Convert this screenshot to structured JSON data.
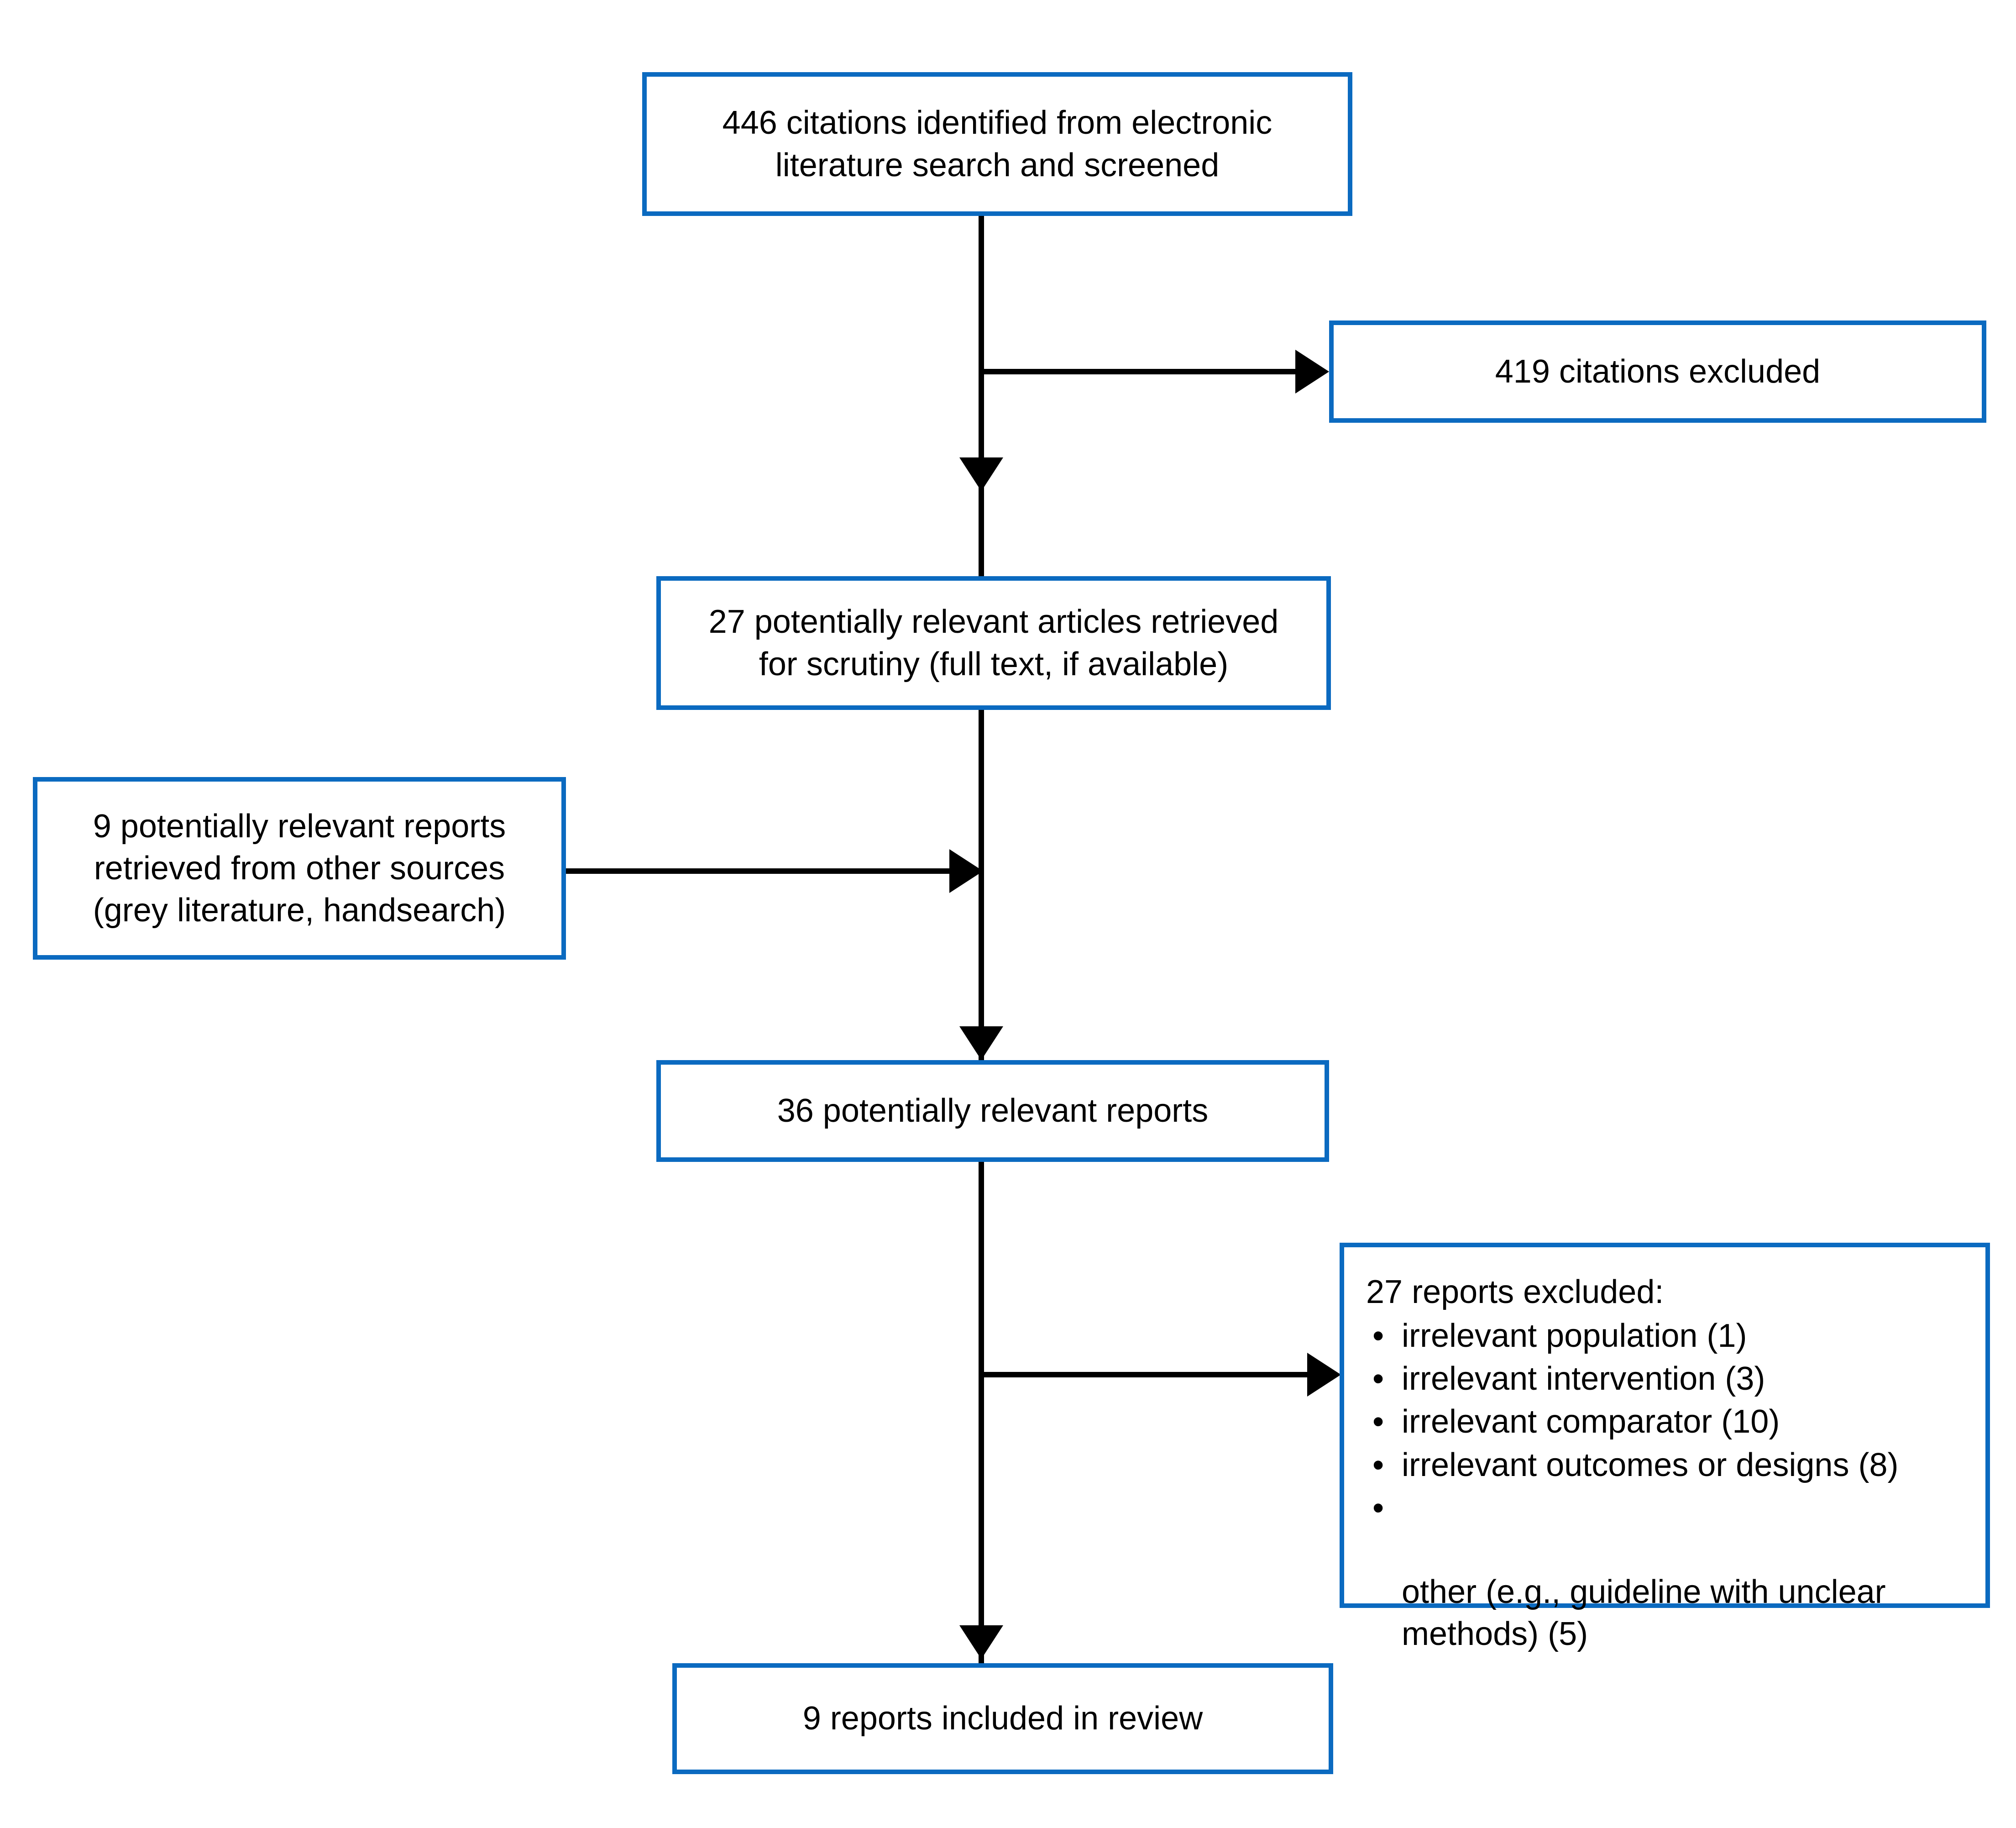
{
  "diagram": {
    "type": "prisma-flow-diagram",
    "accent_color": "#0B6AC0",
    "line_color": "#000000",
    "background": "#FFFFFF",
    "nodes": {
      "identified": {
        "label": "446 citations identified from electronic\nliterature search and screened",
        "count": 446
      },
      "citations_excluded": {
        "label": "419 citations excluded",
        "count": 419
      },
      "retrieved": {
        "label": "27 potentially relevant articles retrieved\nfor scrutiny (full text, if available)",
        "count": 27
      },
      "other_sources": {
        "label": "9 potentially relevant reports\nretrieved from other sources\n(grey literature, handsearch)",
        "count": 9
      },
      "relevant_reports": {
        "label": "36 potentially relevant reports",
        "count": 36
      },
      "reports_excluded": {
        "title": "27 reports excluded:",
        "count": 27,
        "bullet": "•",
        "reasons": [
          "irrelevant population (1)",
          "irrelevant intervention (3)",
          "irrelevant comparator (10)",
          "irrelevant outcomes or designs (8)",
          "other (e.g., guideline with unclear\nmethods) (5)"
        ]
      },
      "included": {
        "label": "9 reports included in review",
        "count": 9
      }
    }
  }
}
